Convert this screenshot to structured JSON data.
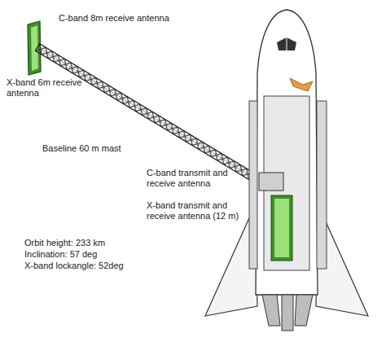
{
  "diagram": {
    "labels": [
      "C-band 8m receive antenna",
      "X-band 6m receive antenna",
      "Baseline 60 m mast",
      "C-band transmit and receive antenna",
      "X-band transmit and receive antenna (12 m)",
      "Orbit height: 233 km",
      "Inclination: 57 deg",
      "X-band lockangle: 52deg"
    ]
  }
}
